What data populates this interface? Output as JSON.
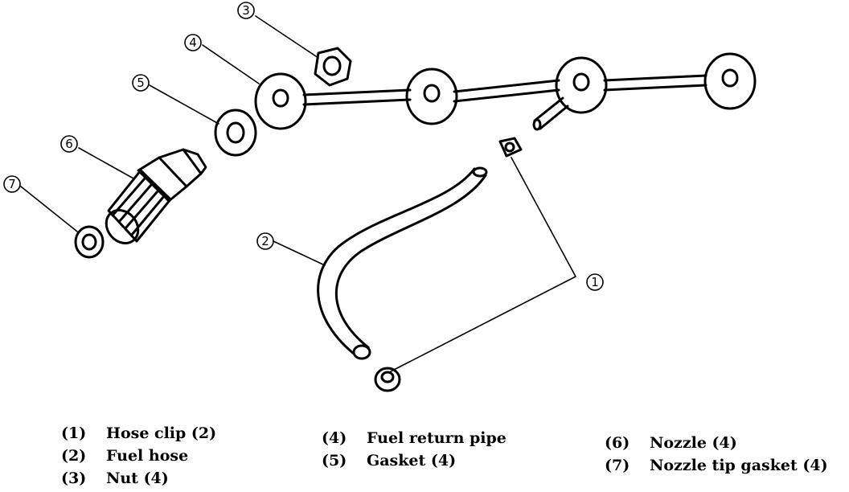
{
  "callouts": [
    {
      "num": "1"
    },
    {
      "num": "2"
    },
    {
      "num": "3"
    },
    {
      "num": "4"
    },
    {
      "num": "5"
    },
    {
      "num": "6"
    },
    {
      "num": "7"
    }
  ],
  "legend": [
    {
      "num": "(1)",
      "label": "Hose clip (2)"
    },
    {
      "num": "(2)",
      "label": "Fuel hose"
    },
    {
      "num": "(3)",
      "label": "Nut (4)"
    },
    {
      "num": "(4)",
      "label": "Fuel return pipe"
    },
    {
      "num": "(5)",
      "label": "Gasket (4)"
    },
    {
      "num": "(6)",
      "label": "Nozzle (4)"
    },
    {
      "num": "(7)",
      "label": "Nozzle tip gasket (4)"
    }
  ]
}
